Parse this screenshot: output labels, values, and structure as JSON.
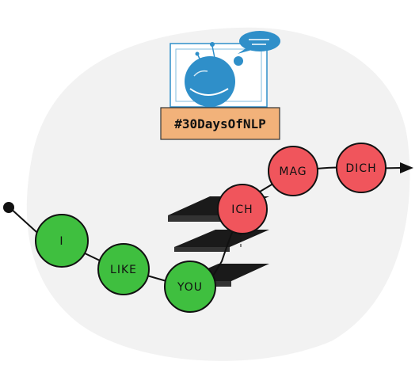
{
  "banner": {
    "text": "#30DaysOfNLP"
  },
  "sequence": {
    "input_tokens": [
      "I",
      "LIKE",
      "YOU"
    ],
    "output_tokens": [
      "ICH",
      "MAG",
      "DICH"
    ]
  },
  "colors": {
    "input_node": "#3fbf3f",
    "output_node": "#f0555c",
    "banner_fill": "#f2b27a",
    "logo_blue": "#2f8fc9",
    "model_layer": "#1a1a1a",
    "background_blob": "#eeeeee"
  },
  "icons": {
    "logo": "nlp-chat-bubbles-icon",
    "model": "stacked-layers-icon",
    "start": "start-dot-icon",
    "end": "arrow-right-icon"
  }
}
